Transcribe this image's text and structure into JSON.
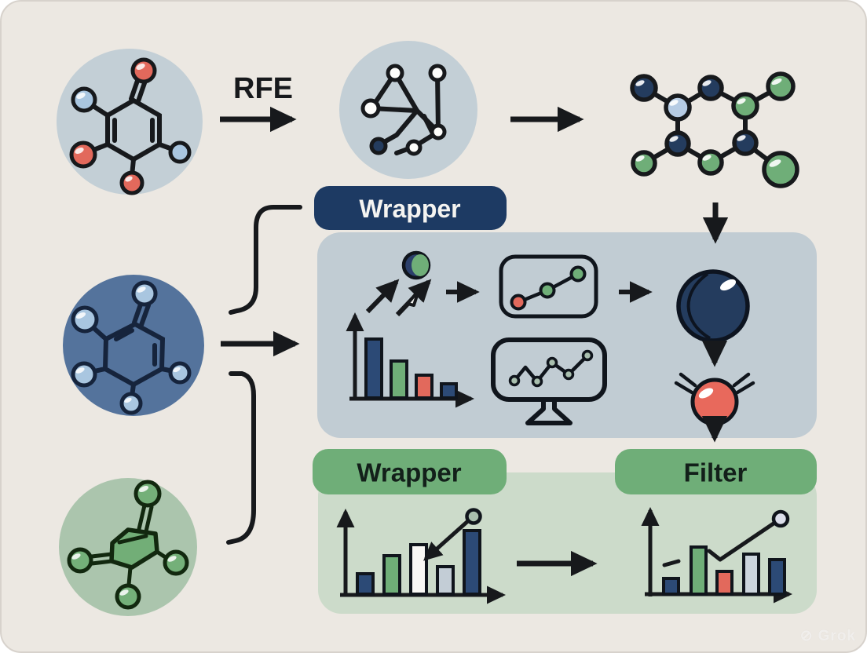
{
  "labels": {
    "rfe": "RFE",
    "wrapper_top": "Wrapper",
    "wrapper_bottom": "Wrapper",
    "filter": "Filter"
  },
  "watermark": {
    "logo": "⊘",
    "text": "Grok"
  },
  "colors": {
    "background": "#ece8e2",
    "panel_blue": "#c1ccd3",
    "panel_green": "#ccdbca",
    "pill_navy": "#1d3a63",
    "pill_green": "#6fae78",
    "circle_gray_blue": "#c3cfd6",
    "circle_slate": "#54739c",
    "circle_sage": "#abc5ad",
    "atom_navy": "#243c5e",
    "atom_green": "#6fae78",
    "atom_red": "#e2695c",
    "atom_light_blue": "#a9c6e0",
    "line": "#17191c",
    "sphere_red": "#e8695c"
  },
  "icons": [
    "molecule-red-blue-icon",
    "graph-network-icon",
    "molecule-navy-green-icon",
    "molecule-slate-icon",
    "molecule-green-icon",
    "declining-bar-chart-icon",
    "rising-arrows-icon",
    "two-tone-sphere-icon",
    "line-chart-card-icon",
    "monitor-chart-icon",
    "navy-sphere-icon",
    "red-sphere-icon",
    "wrapper-bar-chart-icon",
    "filter-bar-chart-icon"
  ],
  "mini_charts": {
    "panel_declining_bars": {
      "type": "bar",
      "bar_colors": [
        "navy",
        "green",
        "red",
        "navy"
      ],
      "relative_heights": [
        74,
        46,
        28,
        17
      ]
    },
    "line_chart_card": {
      "type": "line",
      "point_colors": [
        "red",
        "green",
        "green"
      ],
      "trend": "rising"
    },
    "monitor_line": {
      "type": "line",
      "points": 6,
      "trend": "zigzag-rising"
    },
    "wrapper_bars": {
      "type": "bar",
      "bar_colors": [
        "navy",
        "green",
        "white",
        "light_gray",
        "navy"
      ],
      "relative_heights": [
        25,
        48,
        62,
        34,
        80
      ],
      "overlay": "rising line to circle marker"
    },
    "filter_bars": {
      "type": "bar",
      "bar_colors": [
        "navy",
        "green",
        "red",
        "light_gray",
        "navy"
      ],
      "relative_heights": [
        18,
        58,
        27,
        49,
        42
      ],
      "overlay": "check-style rising line to circle marker"
    }
  }
}
